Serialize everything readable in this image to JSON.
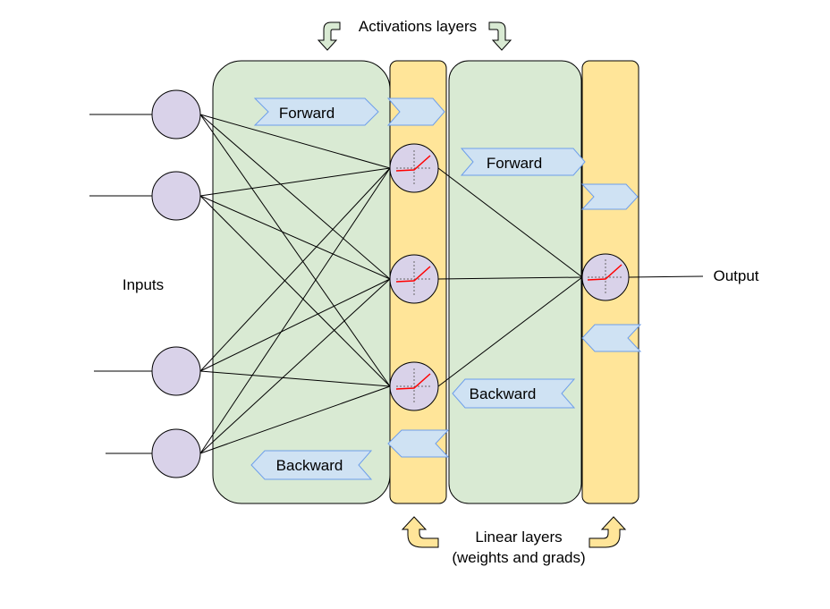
{
  "labels": {
    "activations_title": "Activations layers",
    "linear_title_line1": "Linear layers",
    "linear_title_line2": "(weights and grads)",
    "inputs": "Inputs",
    "output": "Output",
    "forward_1": "Forward",
    "forward_2": "Forward",
    "backward_1": "Backward",
    "backward_2": "Backward"
  },
  "colors": {
    "activation_layer_fill": "#d9ead3",
    "linear_layer_fill": "#ffe599",
    "neuron_fill": "#d9d2e9",
    "arrow_fill": "#cfe2f3",
    "arrow_stroke": "#6d9eeb",
    "activation_curve": "#ff0000",
    "activation_indicator_fill": "#d9ead3",
    "linear_indicator_fill": "#ffe599"
  },
  "network": {
    "input_neurons": 4,
    "hidden_neurons": 3,
    "output_neurons": 1,
    "hidden_activation": "relu"
  }
}
